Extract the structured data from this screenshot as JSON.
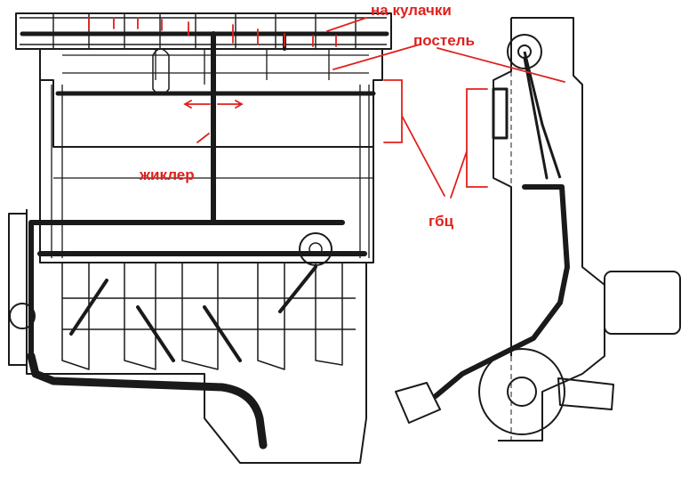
{
  "labels": {
    "cams": "на кулачки",
    "bed": "постель",
    "jet": "жиклер",
    "head": "гбц"
  },
  "colors": {
    "annotation": "#e0201c",
    "ink": "#1a1a1a",
    "paper": "#ffffff"
  }
}
